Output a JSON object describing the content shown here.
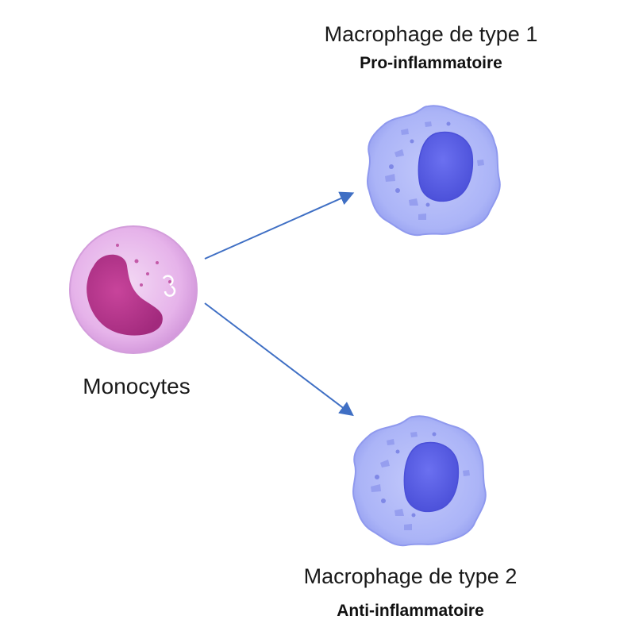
{
  "labels": {
    "macrophage1_title": "Macrophage de type 1",
    "macrophage1_subtitle": "Pro-inflammatoire",
    "macrophage2_title": "Macrophage de type 2",
    "macrophage2_subtitle": "Anti-inflammatoire",
    "monocyte": "Monocytes"
  },
  "colors": {
    "arrow": "#3f6fc4",
    "monocyte_membrane": "#e7b4ea",
    "monocyte_nucleus": "#b8348a",
    "macrophage_membrane": "#aab4f7",
    "macrophage_nucleus": "#5a5fe8"
  },
  "icons": {
    "monocyte": "monocyte-cell-icon",
    "macrophage1": "macrophage-cell-icon",
    "macrophage2": "macrophage-cell-icon"
  }
}
